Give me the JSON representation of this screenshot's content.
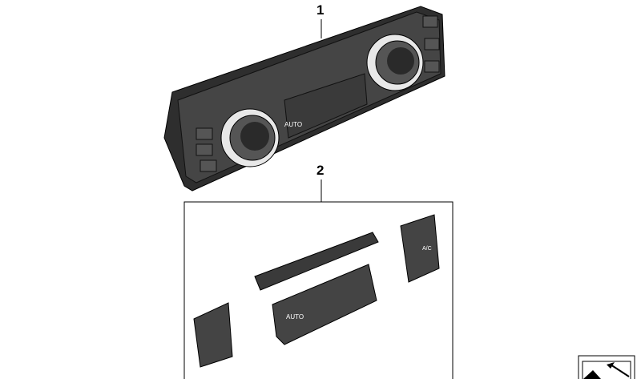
{
  "diagram": {
    "parts": [
      {
        "number": "1"
      },
      {
        "number": "2"
      }
    ],
    "button_labels": {
      "auto": "AUTO",
      "ac": "A/C"
    },
    "colors": {
      "part_body": "#3a3a3a",
      "part_face": "#4a4a4a",
      "outline": "#000000",
      "background": "#ffffff"
    },
    "corner_icon": "arrow-navigation-icon"
  }
}
